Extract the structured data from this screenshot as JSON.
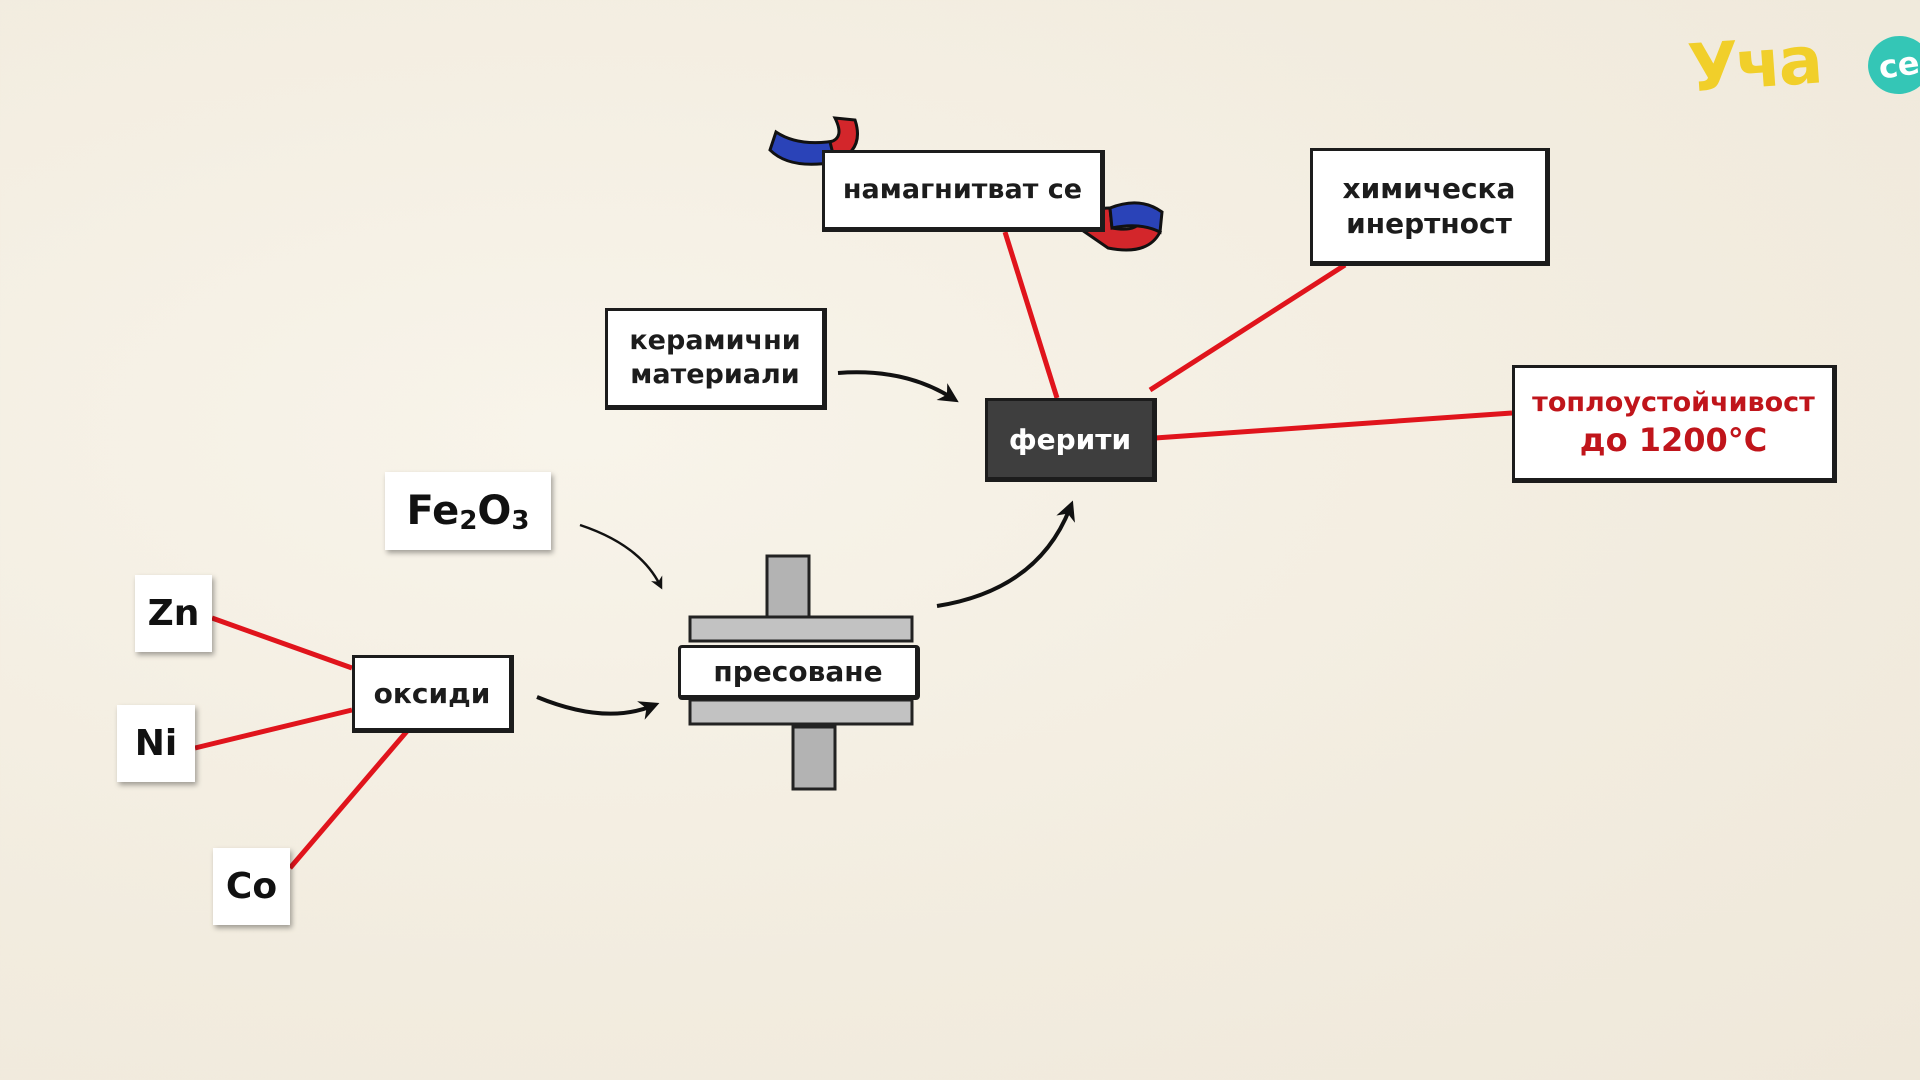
{
  "logo": {
    "text": "Уча",
    "badge": "се"
  },
  "nodes": {
    "magnetize": "намагнитват се",
    "chem_inert_1": "химическа",
    "chem_inert_2": "инертност",
    "ceramic_1": "керамични",
    "ceramic_2": "материали",
    "ferrites": "ферити",
    "heat_1": "топлоустойчивост",
    "heat_2": "до 1200°C",
    "fe2o3_base": "Fe",
    "fe2o3_sub1": "2",
    "fe2o3_mid": "O",
    "fe2o3_sub2": "3",
    "pressing": "пресоване",
    "oxides": "оксиди",
    "zn": "Zn",
    "ni": "Ni",
    "co": "Co"
  },
  "colors": {
    "connector": "#e0141c",
    "arrow": "#111111",
    "magnet_red": "#d3262b",
    "magnet_blue": "#2a43b8",
    "heat_text": "#c0151b",
    "logo_yellow": "#f1cf2a",
    "logo_teal": "#34c6b6"
  }
}
